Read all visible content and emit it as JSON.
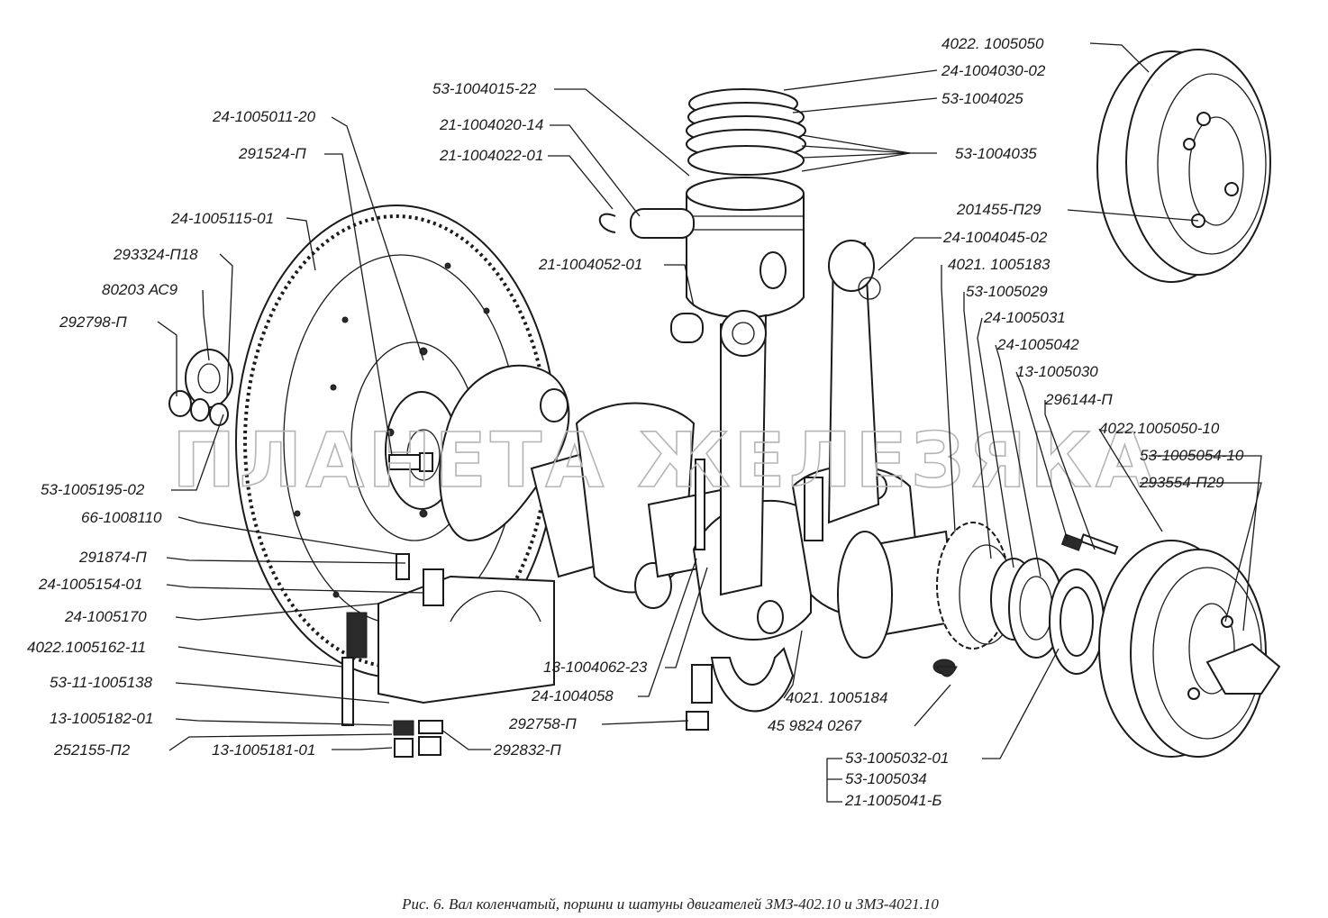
{
  "watermark": "ПЛАНЕТА ЖЕЛЕЗЯКА",
  "caption": "Рис. 6. Вал коленчатый, поршни и шатуны двигателей ЗМЗ-402.10 и ЗМЗ-4021.10",
  "labels": {
    "l01": "4022. 1005050",
    "l02": "24-1004030-02",
    "l03": "53-1004025",
    "l04": "53-1004035",
    "l05": "201455-П29",
    "l06": "24-1004045-02",
    "l07": "4021. 1005183",
    "l08": "53-1005029",
    "l09": "24-1005031",
    "l10": "24-1005042",
    "l11": "13-1005030",
    "l12": "296144-П",
    "l13": "4022.1005050-10",
    "l14": "53-1005054-10",
    "l15": "293554-П29",
    "l16": "53-1004015-22",
    "l17": "21-1004020-14",
    "l18": "21-1004022-01",
    "l19": "24-1005011-20",
    "l20": "291524-П",
    "l21": "24-1005115-01",
    "l22": "293324-П18",
    "l23": "80203 АС9",
    "l24": "292798-П",
    "l25": "21-1004052-01",
    "l26": "53-1005195-02",
    "l27": "66-1008110",
    "l28": "291874-П",
    "l29": "24-1005154-01",
    "l30": "24-1005170",
    "l31": "4022.1005162-11",
    "l32": "53-11-1005138",
    "l33": "13-1005182-01",
    "l34": "252155-П2",
    "l35": "13-1005181-01",
    "l36": "292832-П",
    "l37": "13-1004062-23",
    "l38": "24-1004058",
    "l39": "292758-П",
    "l40": "4021. 1005184",
    "l41": "45 9824 0267",
    "l42": "53-1005032-01",
    "l43": "53-1005034",
    "l44": "21-1005041-Б"
  }
}
